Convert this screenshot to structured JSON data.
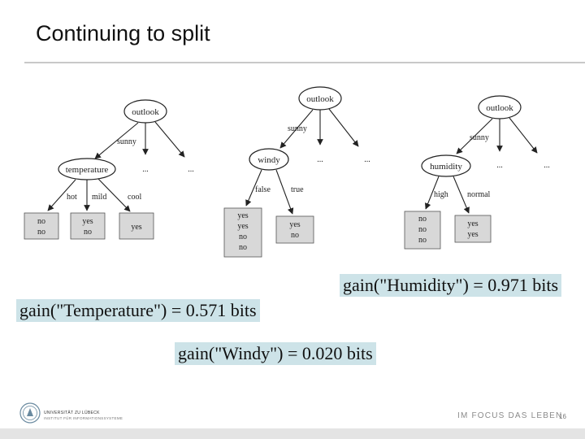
{
  "slide": {
    "title": "Continuing to split",
    "page_number": "16"
  },
  "tree_temperature": {
    "root": "outlook",
    "branch_label": "sunny",
    "node": "temperature",
    "ellipsis_1": "...",
    "ellipsis_2": "...",
    "edge_labels": [
      "hot",
      "mild",
      "cool"
    ],
    "leaves": [
      [
        "no",
        "no"
      ],
      [
        "yes",
        "no"
      ],
      [
        "yes"
      ]
    ]
  },
  "tree_windy": {
    "root": "outlook",
    "branch_label": "sunny",
    "node": "windy",
    "ellipsis_1": "...",
    "ellipsis_2": "...",
    "edge_labels": [
      "false",
      "true"
    ],
    "leaves": [
      [
        "yes",
        "yes",
        "no",
        "no"
      ],
      [
        "yes",
        "no"
      ]
    ]
  },
  "tree_humidity": {
    "root": "outlook",
    "branch_label": "sunny",
    "node": "humidity",
    "ellipsis_1": "...",
    "ellipsis_2": "...",
    "edge_labels": [
      "high",
      "normal"
    ],
    "leaves": [
      [
        "no",
        "no",
        "no"
      ],
      [
        "yes",
        "yes"
      ]
    ]
  },
  "formulas": {
    "humidity": "gain(\"Humidity\") = 0.971 bits",
    "temperature": "gain(\"Temperature\") = 0.571 bits",
    "windy": "gain(\"Windy\") = 0.020 bits"
  },
  "footer": {
    "university": "UNIVERSITÄT ZU LÜBECK",
    "institute": "INSTITUT FÜR INFORMATIONSSYSTEME",
    "slogan": "IM FOCUS DAS LEBEN"
  },
  "colors": {
    "formula_background": "#cde3e8",
    "leaf_box": "#d8d8d8",
    "line": "#222222"
  }
}
